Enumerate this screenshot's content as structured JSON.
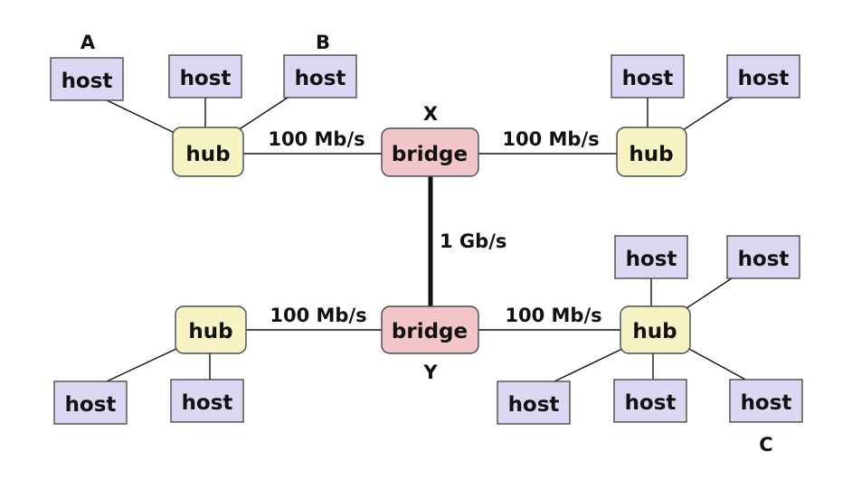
{
  "node_labels": {
    "host": "host",
    "hub": "hub",
    "bridge": "bridge"
  },
  "link_labels": {
    "x_left": "100 Mb/s",
    "x_right": "100 Mb/s",
    "backbone": "1 Gb/s",
    "y_left": "100 Mb/s",
    "y_right": "100 Mb/s"
  },
  "markers": {
    "a": "A",
    "b": "B",
    "c": "C",
    "x": "X",
    "y": "Y"
  },
  "colors": {
    "host_fill": "#dcd8f4",
    "host_stroke": "#4a4a4a",
    "hub_fill": "#f6f3c4",
    "hub_stroke": "#4a4a4a",
    "bridge_fill": "#f2c6c8",
    "bridge_stroke": "#4a4a4a",
    "link": "#111111"
  }
}
